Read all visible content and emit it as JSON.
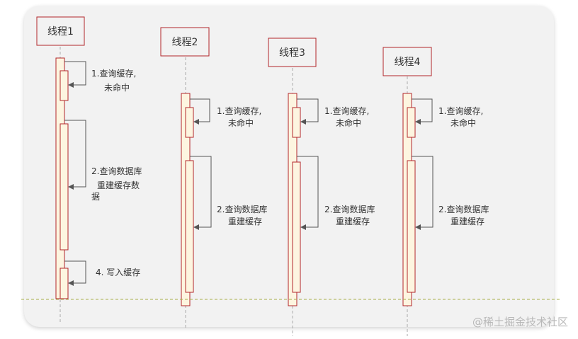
{
  "actors": [
    {
      "label": "线程1"
    },
    {
      "label": "线程2"
    },
    {
      "label": "线程3"
    },
    {
      "label": "线程4"
    }
  ],
  "messages": {
    "t1": {
      "query_cache": [
        "1.查询缓存,",
        "未命中"
      ],
      "query_db": [
        "2.查询数据库",
        "重建缓存数",
        "据"
      ],
      "write_cache": [
        "4. 写入缓存"
      ]
    },
    "t2": {
      "query_cache": [
        "1.查询缓存,",
        "未命中"
      ],
      "query_db": [
        "2.查询数据库",
        "重建缓存"
      ]
    },
    "t3": {
      "query_cache": [
        "1.查询缓存,",
        "未命中"
      ],
      "query_db": [
        "2.查询数据库",
        "重建缓存"
      ]
    },
    "t4": {
      "query_cache": [
        "1.查询缓存,",
        "未命中"
      ],
      "query_db": [
        "2.查询数据库",
        "重建缓存"
      ]
    }
  },
  "watermark": "@稀土掘金技术社区",
  "colors": {
    "actor_border": "#b3262b",
    "activation_fill": "#fdf5e0",
    "activation_border": "#b3262b",
    "lifeline": "#aaaaaa",
    "arrow": "#555555",
    "divider": "#a8b04a"
  }
}
